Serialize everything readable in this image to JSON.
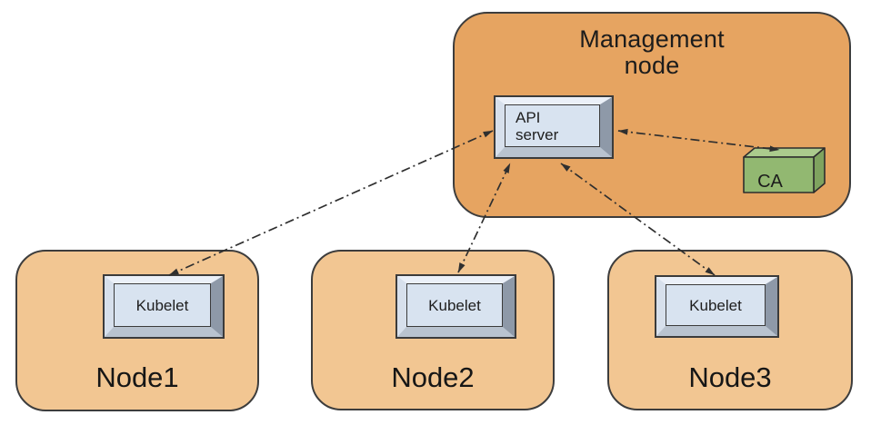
{
  "colors": {
    "mgmt-fill": "#e6a461",
    "node-fill": "#f2c692",
    "chip-face": "#d8e3f0",
    "ca-front": "#92b871",
    "ca-top": "#abcb8d",
    "ca-side": "#7fa35f",
    "line": "#2f2f2f"
  },
  "diagram": {
    "management_node": {
      "label": "Management node",
      "api_server": "API server",
      "ca": "CA"
    },
    "nodes": [
      {
        "label": "Node1",
        "component": "Kubelet"
      },
      {
        "label": "Node2",
        "component": "Kubelet"
      },
      {
        "label": "Node3",
        "component": "Kubelet"
      }
    ],
    "connections": [
      {
        "from": "Kubelet (Node1)",
        "to": "API server",
        "style": "dash-dot",
        "arrows": "both"
      },
      {
        "from": "Kubelet (Node2)",
        "to": "API server",
        "style": "dash-dot",
        "arrows": "both"
      },
      {
        "from": "Kubelet (Node3)",
        "to": "API server",
        "style": "dash-dot",
        "arrows": "both"
      },
      {
        "from": "API server",
        "to": "CA",
        "style": "dash-dot",
        "arrows": "both"
      }
    ]
  }
}
